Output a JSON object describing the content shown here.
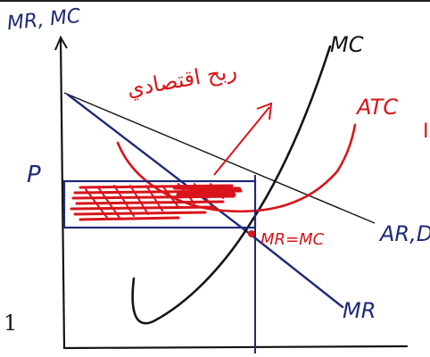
{
  "labels": {
    "y_axis": "MR, MC",
    "mc": "MC",
    "atc": "ATC",
    "ar_d": "AR,D",
    "mr": "MR",
    "mr_eq_mc": "MR=MC",
    "price": "P",
    "arabic_note": "ربح اقتصادي",
    "edge_mark_left": "1",
    "edge_mark_right": "I"
  },
  "colors": {
    "ink_black": "#141414",
    "ink_navy": "#1e2a78",
    "ink_red": "#d8141a"
  }
}
